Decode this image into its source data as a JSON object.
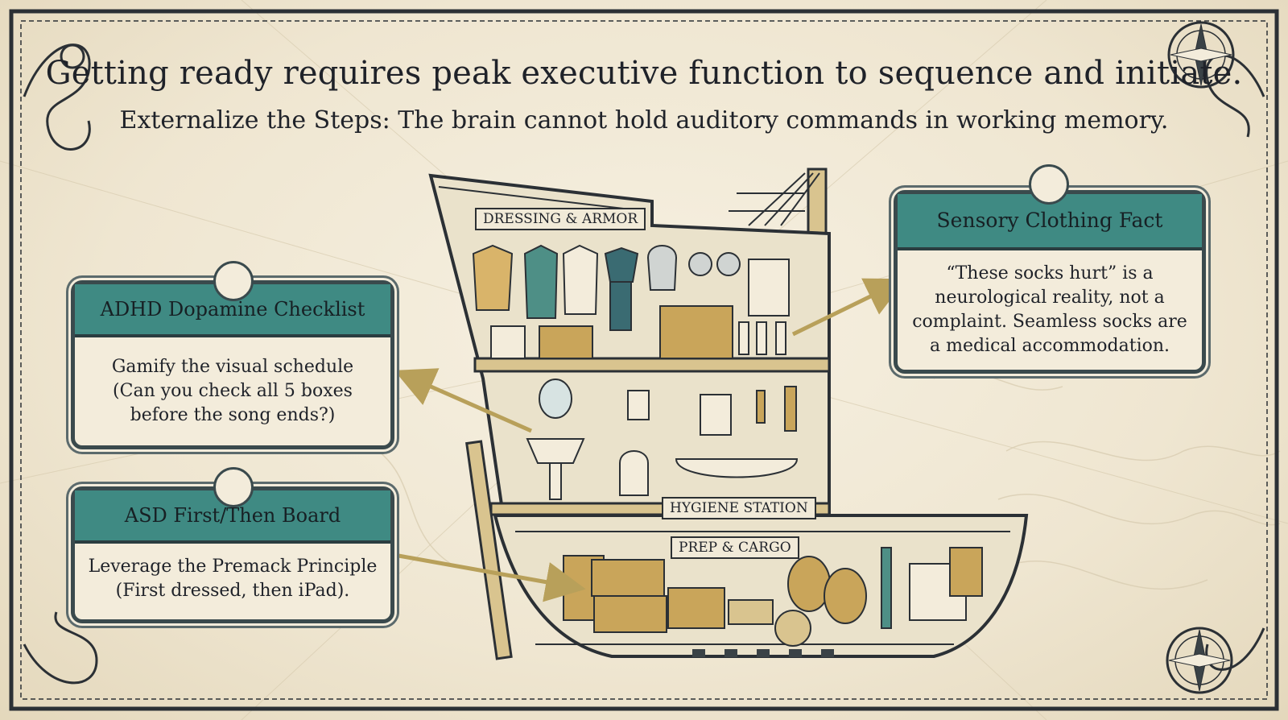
{
  "header": {
    "title": "Getting ready requires peak executive function to sequence and initiate.",
    "subtitle": "Externalize the Steps: The brain cannot hold auditory commands in working memory."
  },
  "cards": {
    "adhd": {
      "title": "ADHD Dopamine Checklist",
      "lines": [
        "Gamify the visual schedule",
        "(Can you check all 5 boxes",
        "before the song ends?)"
      ]
    },
    "asd": {
      "title": "ASD First/Then Board",
      "lines": [
        "Leverage the Premack Principle",
        "(First dressed, then iPad)."
      ]
    },
    "sensory": {
      "title": "Sensory Clothing Fact",
      "lines": [
        "“These socks hurt” is a",
        "neurological reality, not a",
        "complaint. Seamless socks are",
        "a medical accommodation."
      ]
    }
  },
  "ship": {
    "deck_top": "DRESSING & ARMOR",
    "deck_mid": "HYGIENE STATION",
    "deck_low": "PREP & CARGO"
  },
  "colors": {
    "teal": "#3f8a83",
    "ink": "#1f2229",
    "parchment": "#f3ecdb",
    "arrow": "#b8a05a"
  }
}
